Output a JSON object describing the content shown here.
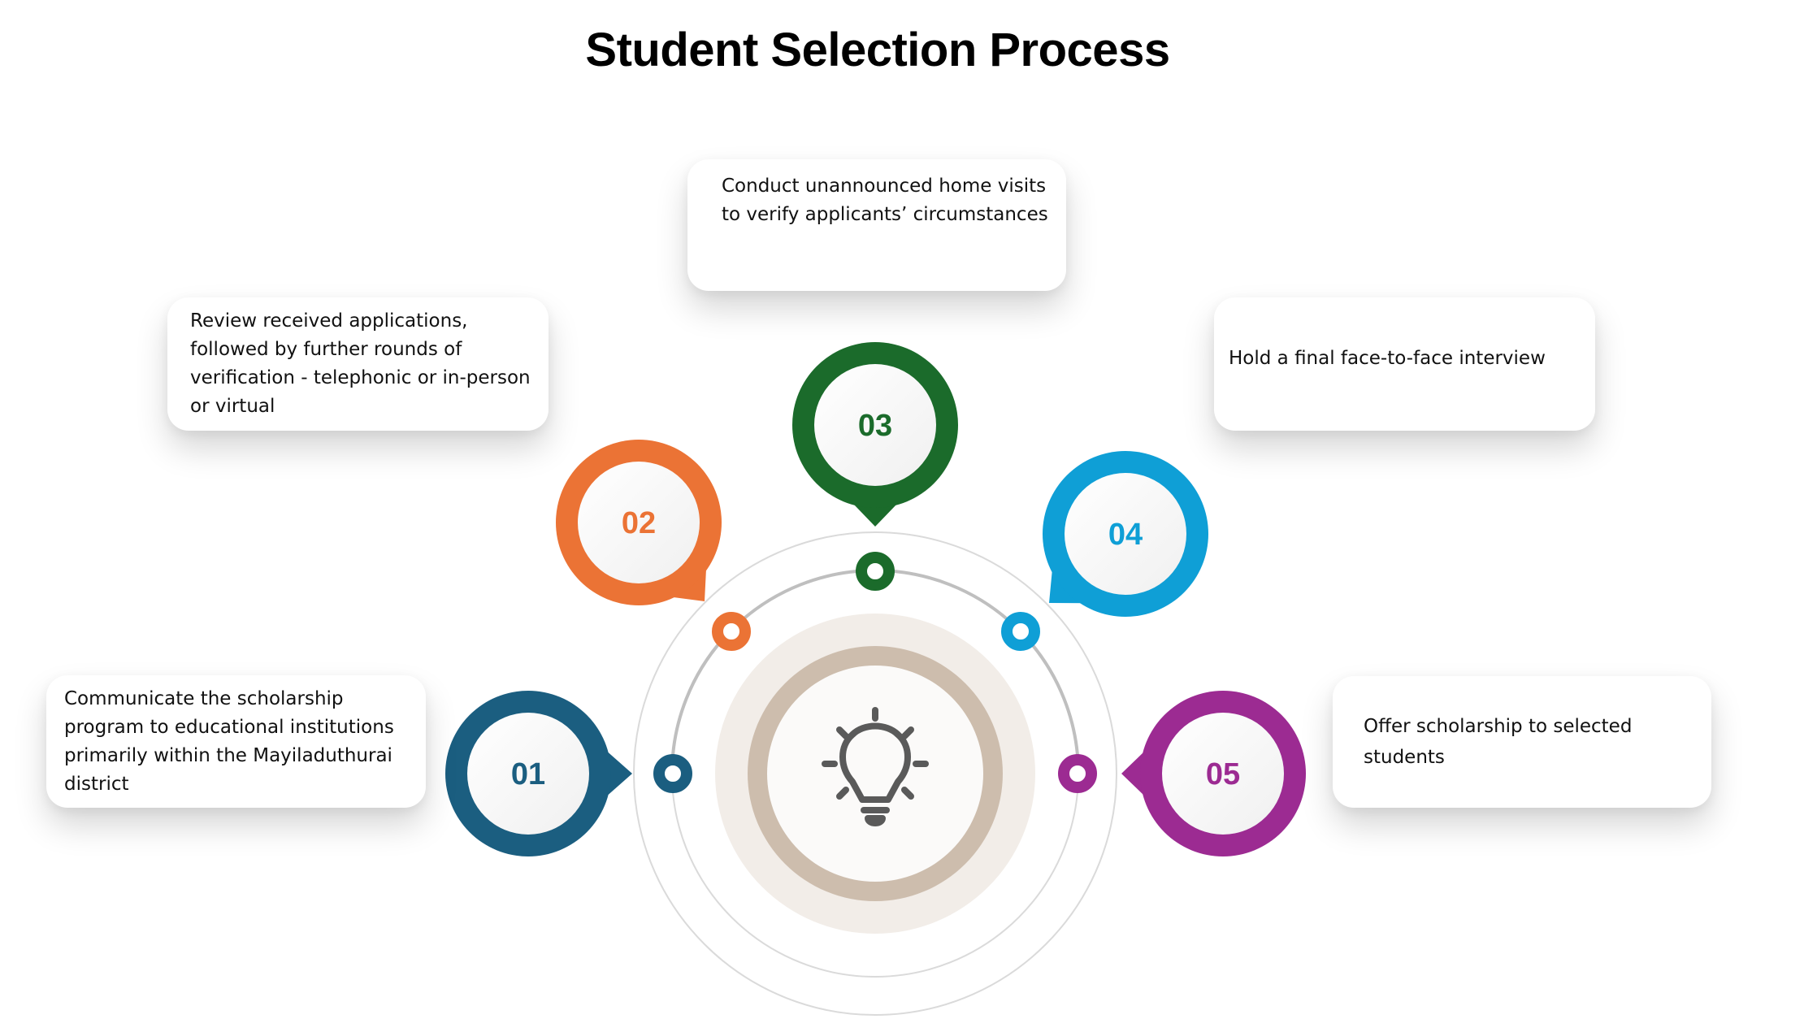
{
  "title": "Student Selection Process",
  "center_icon": "lightbulb-icon",
  "colors": {
    "center_halo": "#f2ede8",
    "center_ring": "#cdbdad",
    "center_fill": "#fbfaf9",
    "icon": "#5a5a5a",
    "track_thick": "#bfbfbf",
    "track_thin": "#dadada"
  },
  "steps": [
    {
      "number": "01",
      "color": "#1b5e80",
      "text": "Communicate the scholarship program to educational institutions primarily within the Mayiladuthurai district"
    },
    {
      "number": "02",
      "color": "#eb7335",
      "text": "Review received applications, followed by further rounds of verification - telephonic or in-person or virtual"
    },
    {
      "number": "03",
      "color": "#1b6b2b",
      "text": "Conduct unannounced home visits to verify applicants’ circumstances"
    },
    {
      "number": "04",
      "color": "#0f9fd6",
      "text": "Hold a final face-to-face interview"
    },
    {
      "number": "05",
      "color": "#9c2b92",
      "text": "Offer scholarship to selected students"
    }
  ]
}
